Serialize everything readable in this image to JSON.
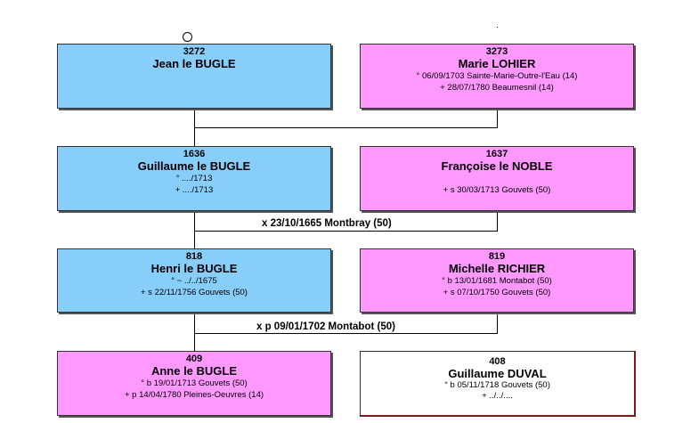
{
  "persons": {
    "p3272": {
      "num": "3272",
      "name": "Jean le BUGLE",
      "lines": []
    },
    "p3273": {
      "num": "3273",
      "name": "Marie LOHIER",
      "lines": [
        "° 06/09/1703 Sainte-Marie-Outre-l'Eau (14)",
        "+ 28/07/1780 Beaumesnil (14)"
      ]
    },
    "p1636": {
      "num": "1636",
      "name": "Guillaume le BUGLE",
      "lines": [
        "° ..../1713",
        "+ ..../1713"
      ]
    },
    "p1637": {
      "num": "1637",
      "name": "Françoise le NOBLE",
      "lines": [
        "",
        "+ s 30/03/1713 Gouvets (50)"
      ]
    },
    "p818": {
      "num": "818",
      "name": "Henri le BUGLE",
      "lines": [
        "° ~ ../../1675",
        "+ s 22/11/1756 Gouvets (50)"
      ]
    },
    "p819": {
      "num": "819",
      "name": "Michelle RICHIER",
      "lines": [
        "° b 13/01/1681 Montabot (50)",
        "+ s 07/10/1750 Gouvets (50)"
      ]
    },
    "p409": {
      "num": "409",
      "name": "Anne le BUGLE",
      "lines": [
        "° b 19/01/1713 Gouvets (50)",
        "+ p 14/04/1780 Pleines-Oeuvres (14)"
      ]
    },
    "p408": {
      "num": "408",
      "name": "Guillaume DUVAL",
      "lines": [
        "° b 05/11/1718 Gouvets (50)",
        "+ ../../...."
      ]
    }
  },
  "marriages": {
    "m1": "x 23/10/1665 Montbray (50)",
    "m2": "x p 09/01/1702 Montabot (50)"
  },
  "colors": {
    "male": "#87cefa",
    "female": "#ff99ff",
    "spouse": "#ffffff"
  }
}
